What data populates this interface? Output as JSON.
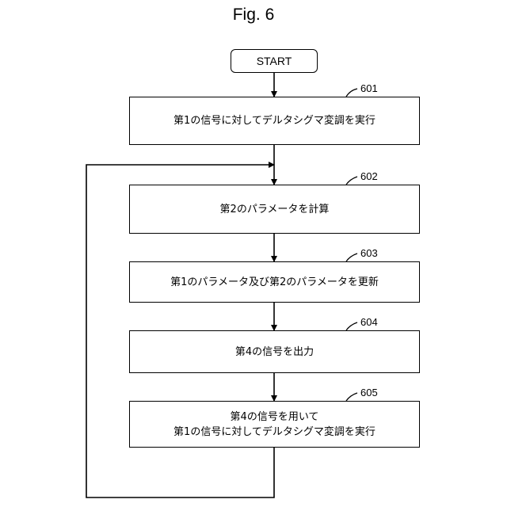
{
  "figure": {
    "title": "Fig. 6"
  },
  "start": {
    "label": "START"
  },
  "steps": [
    {
      "number": "601",
      "lines": [
        "第1の信号に対してデルタシグマ変調を実行"
      ]
    },
    {
      "number": "602",
      "lines": [
        "第2のパラメータを計算"
      ]
    },
    {
      "number": "603",
      "lines": [
        "第1のパラメータ及び第2のパラメータを更新"
      ]
    },
    {
      "number": "604",
      "lines": [
        "第4の信号を出力"
      ]
    },
    {
      "number": "605",
      "lines": [
        "第4の信号を用いて",
        "第1の信号に対してデルタシグマ変調を実行"
      ]
    }
  ]
}
